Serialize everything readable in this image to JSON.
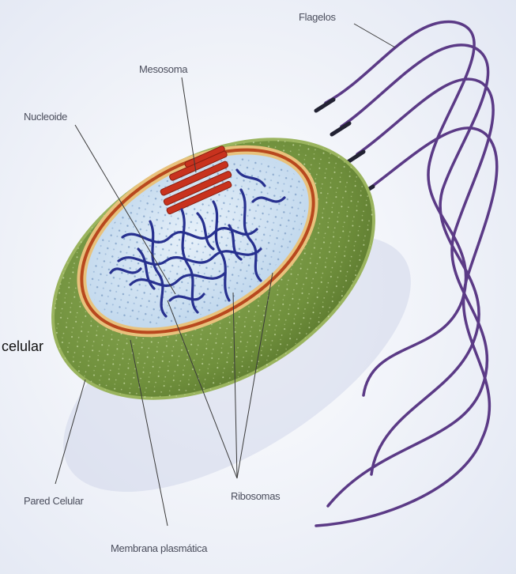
{
  "diagram": {
    "labels": {
      "flagelos": "Flagelos",
      "mesosoma": "Mesosoma",
      "nucleoide": "Nucleoide",
      "celular": "celular",
      "pared_celular": "Pared Celular",
      "ribosomas": "Ribosomas",
      "membrana_plasmatica": "Membrana plasmática"
    },
    "colors": {
      "cell_wall": "#6f8f3c",
      "capsule_edge": "#9ab45e",
      "plasma_membrane": "#b8481e",
      "periplasm": "#e8c27c",
      "cytoplasm": "#cfe2f2",
      "nucleoid": "#27308f",
      "mesosome": "#c8321e",
      "flagella": "#5b3a86",
      "background": "#eef1f8"
    }
  }
}
